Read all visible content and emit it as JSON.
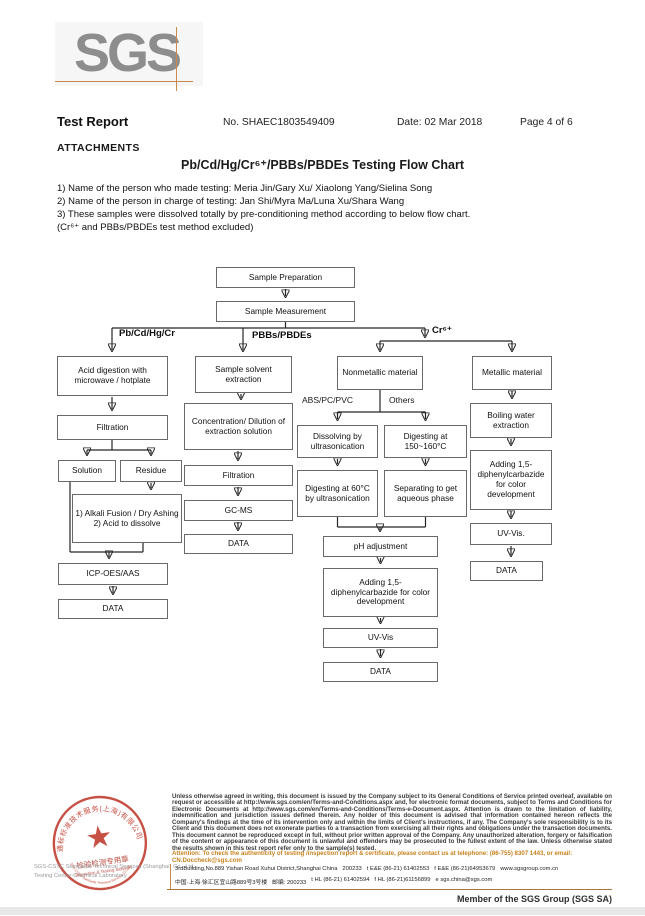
{
  "page": {
    "logo": "SGS",
    "report_title": "Test Report",
    "report_no": "No. SHAEC1803549409",
    "date": "Date: 02 Mar 2018",
    "page_info": "Page 4 of 6"
  },
  "attachments": {
    "heading": "ATTACHMENTS",
    "chart_title": "Pb/Cd/Hg/Cr⁶⁺/PBBs/PBDEs Testing Flow Chart",
    "notes": [
      "1) Name of the person who made testing: Meria Jin/Gary Xu/ Xiaolong Yang/Sielina Song",
      "2) Name of the person in charge of testing: Jan Shi/Myra Ma/Luna Xu/Shara Wang",
      "3) These samples were dissolved totally by pre-conditioning method according to below flow chart.",
      "(Cr⁶⁺ and PBBs/PBDEs test method excluded)"
    ]
  },
  "flowchart": {
    "branches": {
      "left": "Pb/Cd/Hg/Cr",
      "mid": "PBBs/PBDEs",
      "right": "Cr⁶⁺",
      "abs": "ABS/PC/PVC",
      "others": "Others"
    },
    "nodes": {
      "sample_prep": "Sample Preparation",
      "sample_meas": "Sample Measurement",
      "acid_digestion": "Acid digestion with microwave / hotplate",
      "solvent_extraction": "Sample solvent extraction",
      "nonmetallic": "Nonmetallic material",
      "metallic": "Metallic material",
      "filtration_left": "Filtration",
      "solution": "Solution",
      "residue": "Residue",
      "alkali": "1) Alkali Fusion / Dry Ashing 2) Acid to dissolve",
      "icp": "ICP-OES/AAS",
      "data_left": "DATA",
      "concentration": "Concentration/ Dilution of extraction solution",
      "filtration_mid": "Filtration",
      "gcms": "GC-MS",
      "data_mid": "DATA",
      "dissolving": "Dissolving by ultrasonication",
      "digesting150": "Digesting at 150~160°C",
      "digesting60": "Digesting at 60°C by ultrasonication",
      "separating": "Separating to get aqueous phase",
      "ph": "pH adjustment",
      "adding_mid": "Adding 1,5-diphenylcarbazide for color development",
      "uvvis_mid": "UV-Vis",
      "data_nonmetal": "DATA",
      "boiling": "Boiling water extraction",
      "adding_right": "Adding 1,5-diphenylcarbazide for color development",
      "uvvis_right": "UV-Vis.",
      "data_right": "DATA"
    }
  },
  "stamp": {
    "company_cn": "通标标准技术服务(上海)有限公司",
    "company_en": "SGS-CSTC Standards Technical Services Co.,Ltd.",
    "title_cn": "检验检测专用章",
    "title_en": "Inspection & Testing Services",
    "star": "★"
  },
  "footer": {
    "legal": "Unless otherwise agreed in writing, this document is issued by the Company subject to its General Conditions of Service printed overleaf, available on request or accessible at http://www.sgs.com/en/Terms-and-Conditions.aspx and, for electronic format documents, subject to Terms and Conditions for Electronic Documents at http://www.sgs.com/en/Terms-and-Conditions/Terms-e-Document.aspx. Attention is drawn to the limitation of liability, indemnification and jurisdiction issues defined therein. Any holder of this document is advised that information contained hereon reflects the Company's findings at the time of its intervention only and within the limits of Client's instructions, if any. The Company's sole responsibility is to its Client and this document does not exonerate parties to a transaction from exercising all their rights and obligations under the transaction documents. This document cannot be reproduced except in full, without prior written approval of the Company. Any unauthorized alteration, forgery or falsification of the content or appearance of this document is unlawful and offenders may be prosecuted to the fullest extent of the law. Unless otherwise stated the results shown in this test report refer only to the sample(s) tested.",
    "attention": "Attention: To check the authenticity of testing /inspection report & certificate, please contact us at telephone: (86-755) 8307 1443, or email: CN.Doccheck@sgs.com",
    "lab_line1": "SGS-CSTC Standards Technical Services (Shanghai) Co., Ltd.",
    "lab_line2": "Testing Center-Chemical Laboratory",
    "addr1": "3rdBuilding,No.889 Yishan Road Xuhui District,Shanghai China",
    "addr1_zip": "200233",
    "addr1_t": "t E&E (86-21) 61402553",
    "addr1_f": "f E&E (86-21)64953679",
    "addr1_web": "www.sgsgroup.com.cn",
    "addr2": "中国·上海·徐汇区宜山路889号3号楼",
    "addr2_zip": "邮编: 200233",
    "addr2_t": "t HL (86-21) 61402594",
    "addr2_f": "f HL (86-21)61156899",
    "addr2_email": "e  sgs.china@sgs.com",
    "member": "Member of the SGS Group (SGS SA)"
  },
  "colors": {
    "accent_orange": "#c98a4e",
    "stamp_red": "#c0392b",
    "logo_gray": "#8d8d8d"
  }
}
